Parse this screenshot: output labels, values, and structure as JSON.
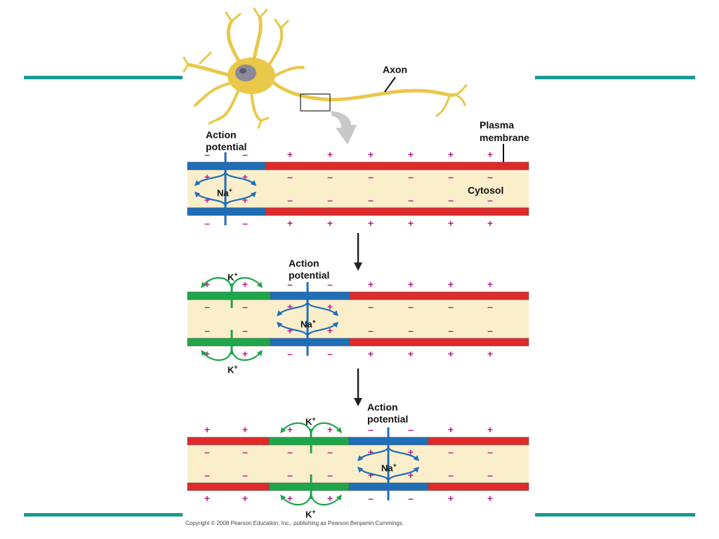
{
  "labels": {
    "axon": "Axon",
    "plasma_membrane_1": "Plasma",
    "plasma_membrane_2": "membrane",
    "cytosol": "Cytosol",
    "action_potential_1": "Action",
    "action_potential_2": "potential"
  },
  "ions": {
    "sodium": "Na",
    "potassium": "K",
    "charge": "+"
  },
  "signs": {
    "plus": "+",
    "minus": "–"
  },
  "copyright": "Copyright © 2008 Pearson Education, Inc., publishing as Pearson Benjamin Cummings.",
  "colors": {
    "teal_rule": "#1a9a96",
    "resting_membrane": "#e02a2a",
    "depolarized_membrane": "#1f6eb8",
    "repolarized_membrane": "#1ea64a",
    "cytosol": "#fbefcb",
    "sodium_arrow": "#1f6eb8",
    "potassium_arrow": "#1ea64a",
    "plus_sign": "#c2198c",
    "minus_sign": "#c2198c",
    "neuron": "#e9c84a"
  },
  "panels": [
    {
      "membrane_segments": [
        "depolarized",
        "resting"
      ],
      "outer_signs_top": [
        "–",
        "–",
        "+",
        "+",
        "+",
        "+",
        "+",
        "+"
      ],
      "inner_signs": [
        "+",
        "+",
        "–",
        "–",
        "–",
        "–",
        "–",
        "–"
      ],
      "ion_flows": [
        "Na+ influx"
      ]
    },
    {
      "membrane_segments": [
        "repolarized",
        "depolarized",
        "resting"
      ],
      "outer_signs_top": [
        "+",
        "+",
        "–",
        "–",
        "+",
        "+",
        "+",
        "+"
      ],
      "inner_signs": [
        "–",
        "–",
        "+",
        "+",
        "–",
        "–",
        "–",
        "–"
      ],
      "ion_flows": [
        "K+ efflux",
        "Na+ influx"
      ]
    },
    {
      "membrane_segments": [
        "resting",
        "repolarized",
        "depolarized",
        "resting"
      ],
      "outer_signs_top": [
        "+",
        "+",
        "+",
        "+",
        "–",
        "–",
        "+",
        "+"
      ],
      "inner_signs": [
        "–",
        "–",
        "–",
        "–",
        "+",
        "+",
        "–",
        "–"
      ],
      "ion_flows": [
        "K+ efflux",
        "Na+ influx"
      ]
    }
  ]
}
